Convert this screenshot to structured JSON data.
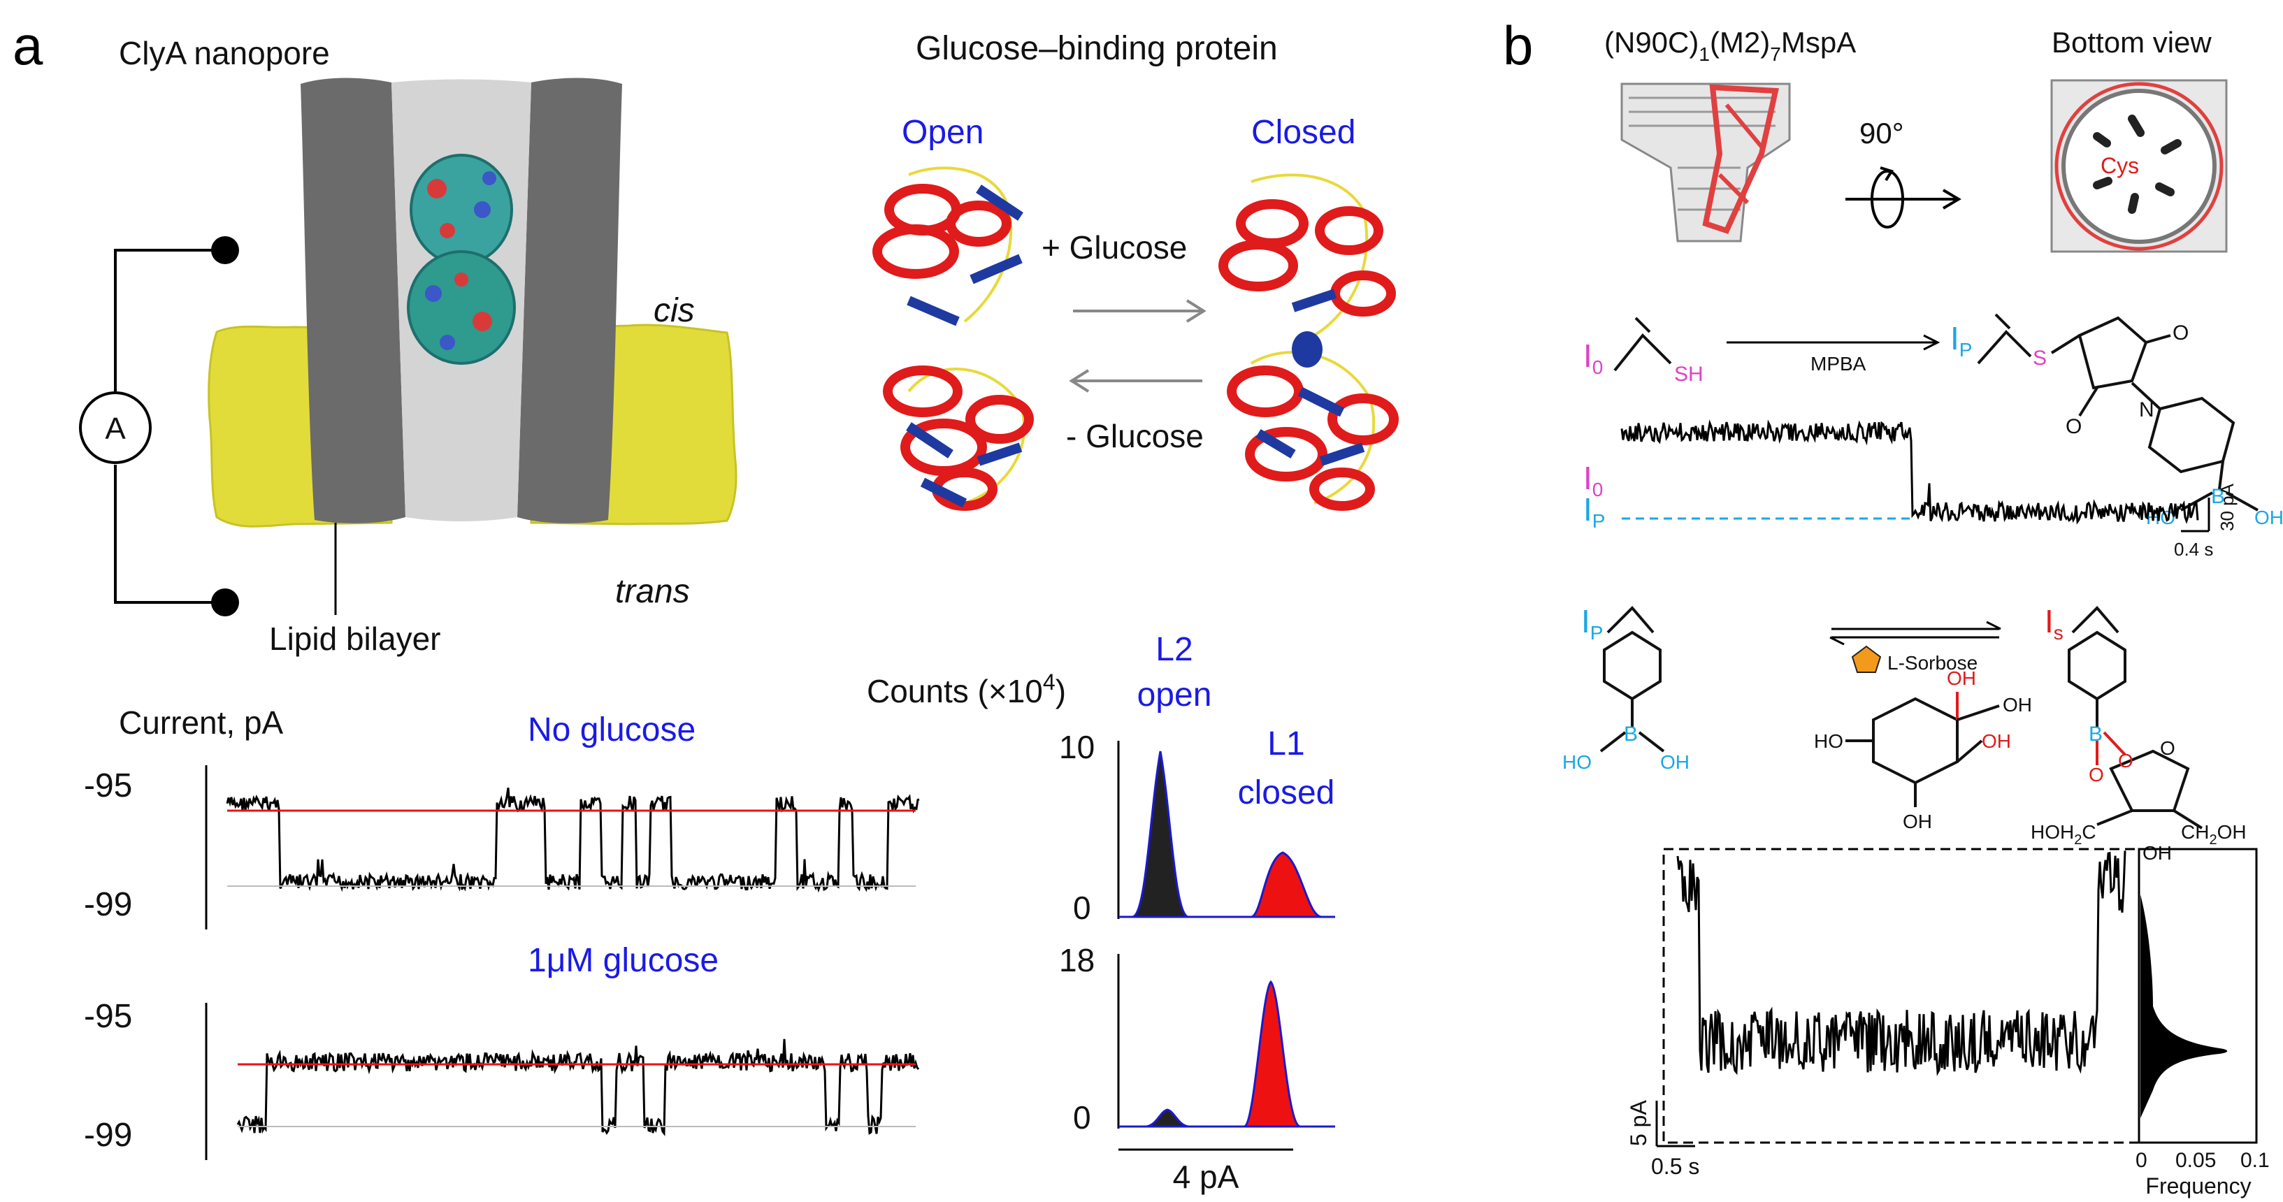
{
  "panel_a": {
    "letter": "a",
    "nanopore_title": "ClyA nanopore",
    "protein_title": "Glucose–binding protein",
    "state_open": "Open",
    "state_closed": "Closed",
    "plus_glucose": "+ Glucose",
    "minus_glucose": "- Glucose",
    "cis": "cis",
    "trans": "trans",
    "lipid_bilayer": "Lipid bilayer",
    "ammeter": "A",
    "current_label": "Current, pA",
    "trace_no_glucose": "No glucose",
    "trace_glucose": "1μM glucose",
    "tick_top_1": "-95",
    "tick_bottom_1": "-99",
    "tick_top_2": "-95",
    "tick_bottom_2": "-99",
    "counts_label": "Counts (×10",
    "counts_exp": "4",
    "counts_close": ")",
    "l2": "L2",
    "l2_state": "open",
    "l1": "L1",
    "l1_state": "closed",
    "hist_top_max": "10",
    "hist_top_min": "0",
    "hist_bottom_max": "18",
    "hist_bottom_min": "0",
    "hist_scale": "4 pA",
    "colors": {
      "open_fill": "#222222",
      "closed_fill": "#ee1111",
      "outline": "#1a1ad0",
      "baseline": "#ee1111"
    }
  },
  "panel_b": {
    "letter": "b",
    "pore_title_main": "(N90C)",
    "pore_title_sub1": "1",
    "pore_title_mid": "(M2)",
    "pore_title_sub2": "7",
    "pore_title_end": "MspA",
    "bottom_view": "Bottom view",
    "rotation": "90°",
    "cys": "Cys",
    "i0": "I",
    "i0_sub": "0",
    "ip": "I",
    "ip_sub": "P",
    "is": "I",
    "is_sub": "s",
    "sh": "SH",
    "s": "S",
    "o_label": "O",
    "n_label": "N",
    "b_label": "B",
    "ho": "HO",
    "oh": "OH",
    "mpba": "MPBA",
    "l_sorbose": "L-Sorbose",
    "scale_y_trace1": "30 pA",
    "scale_x_trace1": "0.4 s",
    "hoh2c": "HOH",
    "hoh2c_sub": "2",
    "hoh2c_end": "C",
    "ch2oh": "CH",
    "ch2oh_sub": "2",
    "ch2oh_end": "OH",
    "scale_y_trace2": "5 pA",
    "scale_x_trace2": "0.5 s",
    "freq_label": "Frequency",
    "freq_ticks": [
      "0",
      "0.05",
      "0.1"
    ]
  }
}
